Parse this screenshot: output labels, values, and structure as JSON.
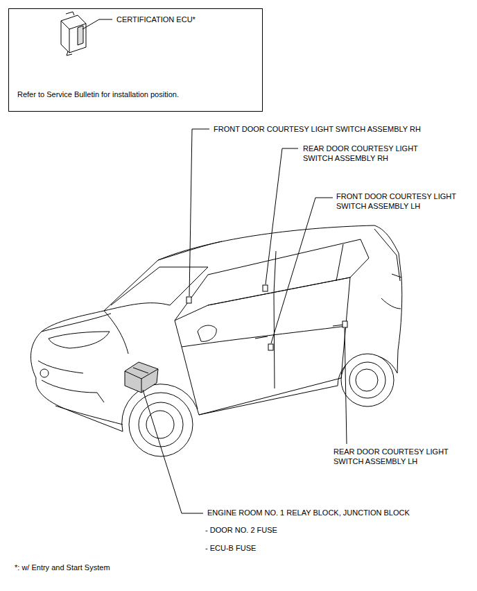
{
  "diagram": {
    "nodes": [
      {
        "text": [
          "CERTIFICATION ECU*",
          "Refer to Service Bulletin for installation position."
        ]
      }
    ],
    "labels": [
      "FRONT DOOR COURTESY LIGHT SWITCH ASSEMBLY RH",
      "REAR DOOR COURTESY LIGHT SWITCH ASSEMBLY RH",
      "FRONT DOOR COURTESY LIGHT SWITCH ASSEMBLY LH",
      "REAR DOOR COURTESY LIGHT SWITCH ASSEMBLY LH",
      "ENGINE ROOM NO. 1 RELAY BLOCK, JUNCTION BLOCK",
      "- DOOR NO. 2 FUSE",
      "- ECU-B FUSE",
      "*: w/ Entry and Start System"
    ]
  }
}
